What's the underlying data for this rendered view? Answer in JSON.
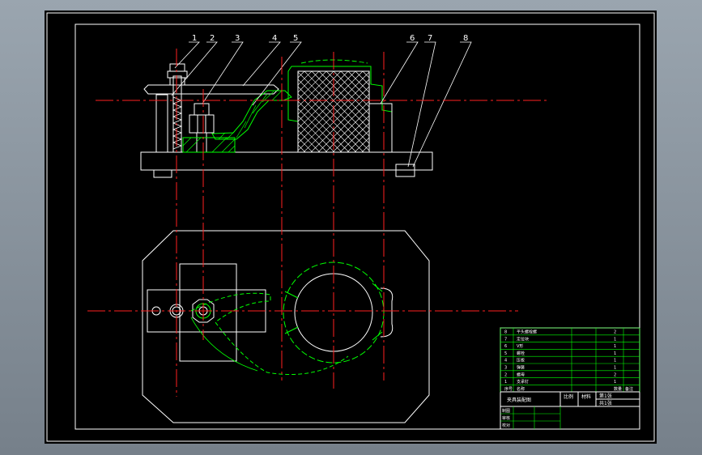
{
  "colors": {
    "background": "#000000",
    "outline": "#ffffff",
    "centerline": "#ff2020",
    "hatch": "#00ff00",
    "table_grid": "#00ff00"
  },
  "callouts": [
    "1",
    "2",
    "3",
    "4",
    "5",
    "6",
    "7",
    "8"
  ],
  "title_block": {
    "parts_rows": [
      {
        "no": "8",
        "name": "平头螺栓螺",
        "qty": "2"
      },
      {
        "no": "7",
        "name": "定位块",
        "qty": "1"
      },
      {
        "no": "6",
        "name": "V形",
        "qty": "1"
      },
      {
        "no": "5",
        "name": "螺栓",
        "qty": "1"
      },
      {
        "no": "4",
        "name": "压板",
        "qty": "1"
      },
      {
        "no": "3",
        "name": "弹簧",
        "qty": "1"
      },
      {
        "no": "2",
        "name": "螺母",
        "qty": "2"
      },
      {
        "no": "1",
        "name": "支承钉",
        "qty": "1"
      }
    ],
    "header_row": {
      "no": "序号",
      "name": "名称",
      "qty": "数量",
      "note": "备注"
    },
    "drawing_title": "夹具装配图",
    "scale_label": "比例",
    "material_label": "材料",
    "sheet_total": "共1张",
    "sheet_index": "第1张",
    "sign_rows": [
      "制图",
      "审核",
      "校对"
    ]
  }
}
